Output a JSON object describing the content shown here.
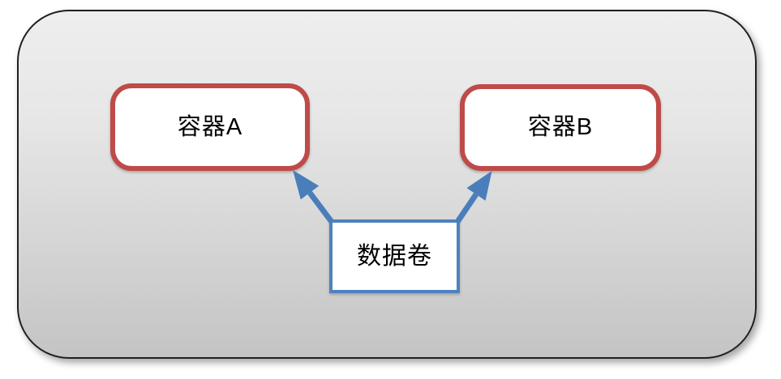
{
  "diagram": {
    "kind": "docker-data-volume-sharing",
    "host": {
      "shape": "rounded-rect",
      "border_color": "#1f1f1f",
      "gradient_top": "#eeeeee",
      "gradient_bottom": "#c4c4c4"
    },
    "nodes": [
      {
        "id": "container-a",
        "label": "容器A",
        "shape": "rounded-rect",
        "border_color": "#be4b48",
        "fill": "#ffffff",
        "text_color": "#000000"
      },
      {
        "id": "container-b",
        "label": "容器B",
        "shape": "rounded-rect",
        "border_color": "#be4b48",
        "fill": "#ffffff",
        "text_color": "#000000"
      },
      {
        "id": "data-volume",
        "label": "数据卷",
        "shape": "rect",
        "border_color": "#4f81bd",
        "fill": "#ffffff",
        "text_color": "#000000"
      }
    ],
    "edges": [
      {
        "from": "data-volume",
        "to": "container-a",
        "style": "straight-arrow",
        "color": "#4a7ebb"
      },
      {
        "from": "data-volume",
        "to": "container-b",
        "style": "straight-arrow",
        "color": "#4a7ebb"
      }
    ]
  }
}
